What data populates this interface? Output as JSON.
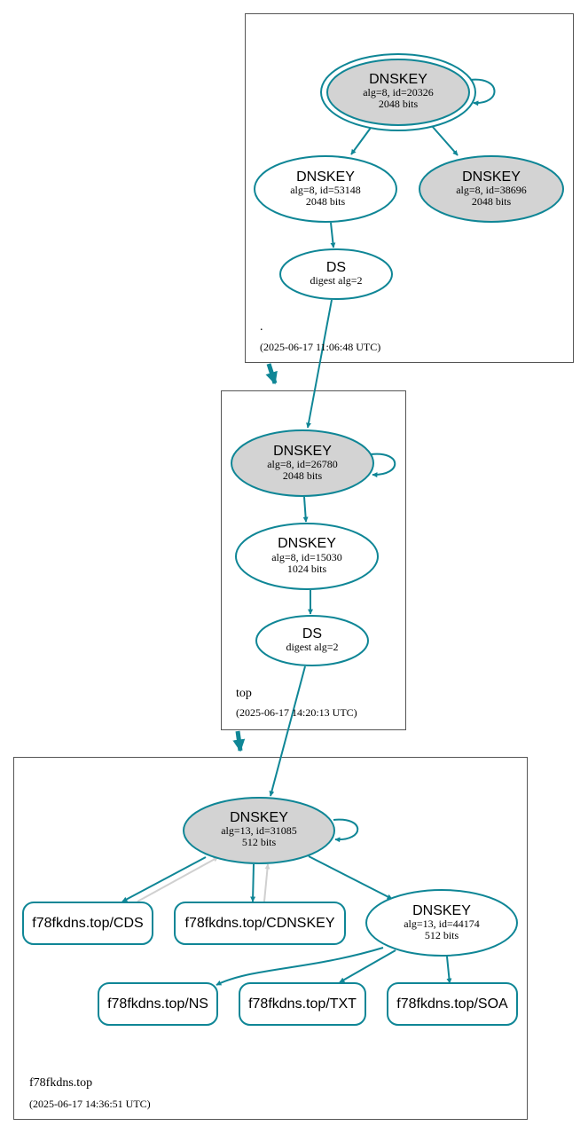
{
  "colors": {
    "edge": "#0f8696",
    "ksk_fill": "#d3d3d3",
    "zsk_fill": "#ffffff",
    "inactive_edge": "#d0d0d0"
  },
  "zones": {
    "root": {
      "name": ".",
      "date": "(2025-06-17 11:06:48 UTC)"
    },
    "top": {
      "name": "top",
      "date": "(2025-06-17 14:20:13 UTC)"
    },
    "f78fkdns": {
      "name": "f78fkdns.top",
      "date": "(2025-06-17 14:36:51 UTC)"
    }
  },
  "nodes": {
    "root_ksk": {
      "title": "DNSKEY",
      "line1": "alg=8, id=20326",
      "line2": "2048 bits"
    },
    "root_zsk": {
      "title": "DNSKEY",
      "line1": "alg=8, id=53148",
      "line2": "2048 bits"
    },
    "root_key2": {
      "title": "DNSKEY",
      "line1": "alg=8, id=38696",
      "line2": "2048 bits"
    },
    "root_ds": {
      "title": "DS",
      "line1": "digest alg=2"
    },
    "top_ksk": {
      "title": "DNSKEY",
      "line1": "alg=8, id=26780",
      "line2": "2048 bits"
    },
    "top_zsk": {
      "title": "DNSKEY",
      "line1": "alg=8, id=15030",
      "line2": "1024 bits"
    },
    "top_ds": {
      "title": "DS",
      "line1": "digest alg=2"
    },
    "f_ksk": {
      "title": "DNSKEY",
      "line1": "alg=13, id=31085",
      "line2": "512 bits"
    },
    "f_zsk": {
      "title": "DNSKEY",
      "line1": "alg=13, id=44174",
      "line2": "512 bits"
    },
    "f_cds": {
      "title": "f78fkdns.top/CDS"
    },
    "f_cdnskey": {
      "title": "f78fkdns.top/CDNSKEY"
    },
    "f_ns": {
      "title": "f78fkdns.top/NS"
    },
    "f_txt": {
      "title": "f78fkdns.top/TXT"
    },
    "f_soa": {
      "title": "f78fkdns.top/SOA"
    }
  }
}
